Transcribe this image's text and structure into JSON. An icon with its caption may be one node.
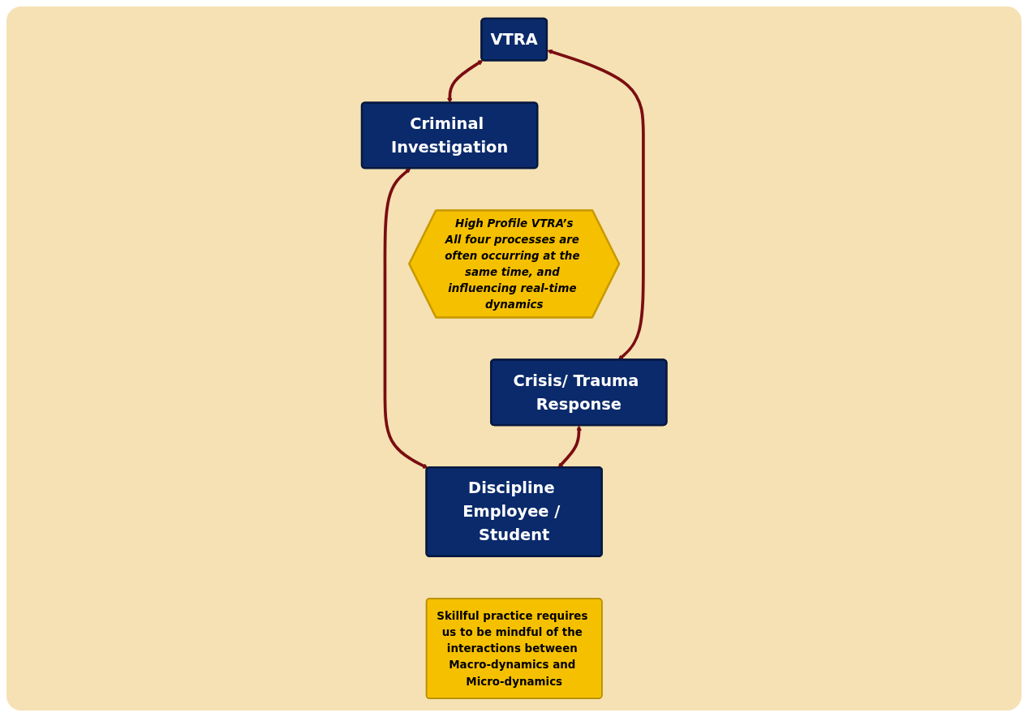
{
  "diagram": {
    "nodes": [
      {
        "text": [
          "VTRA"
        ]
      },
      {
        "text": [
          "Criminal Investigation"
        ]
      },
      {
        "text": [
          "High Profile VTRA’s",
          "All four processes are often occurring at the same time, and influencing real-time dynamics"
        ]
      },
      {
        "text": [
          "Crisis/ Trauma Response"
        ]
      },
      {
        "text": [
          "Discipline Employee / Student"
        ]
      },
      {
        "text": [
          "Skillful practice requires us to be mindful of the interactions between Macro-dynamics and Micro-dynamics"
        ]
      }
    ],
    "edges": [
      {
        "from": 0,
        "to": 1,
        "arrow": "both"
      },
      {
        "from": 0,
        "to": 3,
        "arrow": "both"
      },
      {
        "from": 1,
        "to": 4,
        "arrow": "both"
      },
      {
        "from": 3,
        "to": 4,
        "arrow": "both"
      }
    ]
  }
}
